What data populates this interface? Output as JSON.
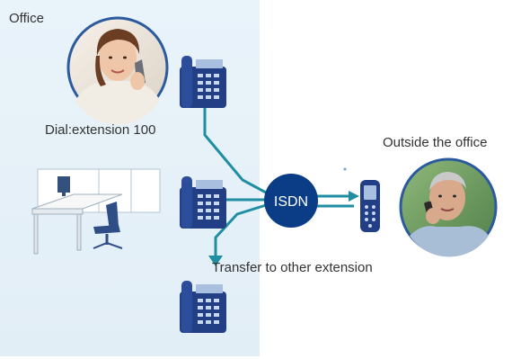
{
  "labels": {
    "office": "Office",
    "dial": "Dial:extension 100",
    "outside": "Outside the office",
    "transfer": "Transfer to other extension",
    "isdn": "ISDN"
  },
  "icons": {
    "woman": "woman-on-phone-icon",
    "man": "man-on-mobile-icon",
    "desk_phone": "desk-phone-icon",
    "mobile": "mobile-phone-icon",
    "office_desk": "office-desk-icon",
    "arrow": "arrow-icon"
  },
  "colors": {
    "office_area": "#e6f1f8",
    "line": "#1f8ea3",
    "isdn_circle": "#0a3d86",
    "phone_body": "#223f86",
    "photo_border": "#2b5a9e"
  }
}
